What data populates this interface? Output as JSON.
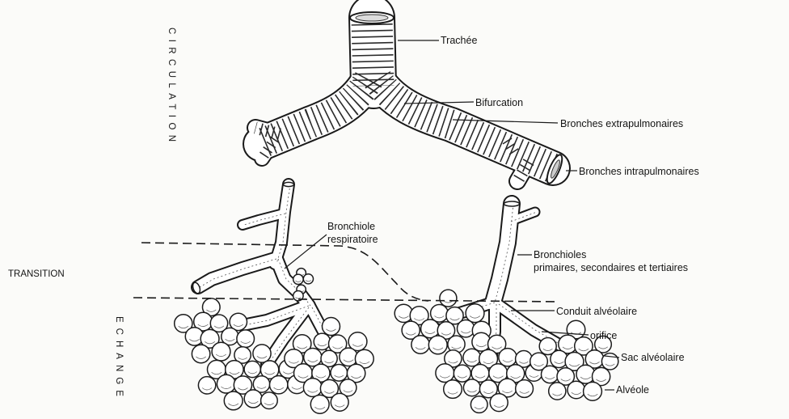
{
  "zones": {
    "circulation": "CIRCULATION",
    "transition": "TRANSITION",
    "echange": "ECHANGE"
  },
  "labels": {
    "trachee": "Trachée",
    "bifurcation": "Bifurcation",
    "bronches_extra": "Bronches extrapulmonaires",
    "bronches_intra": "Bronches intrapulmonaires",
    "bronchiole_resp_line1": "Bronchiole",
    "bronchiole_resp_line2": "respiratoire",
    "bronchioles_line1": "Bronchioles",
    "bronchioles_line2": "primaires, secondaires et tertiaires",
    "conduit": "Conduit alvéolaire",
    "orifice": "orifice",
    "sac": "Sac alvéolaire",
    "alveole": "Alvéole"
  }
}
